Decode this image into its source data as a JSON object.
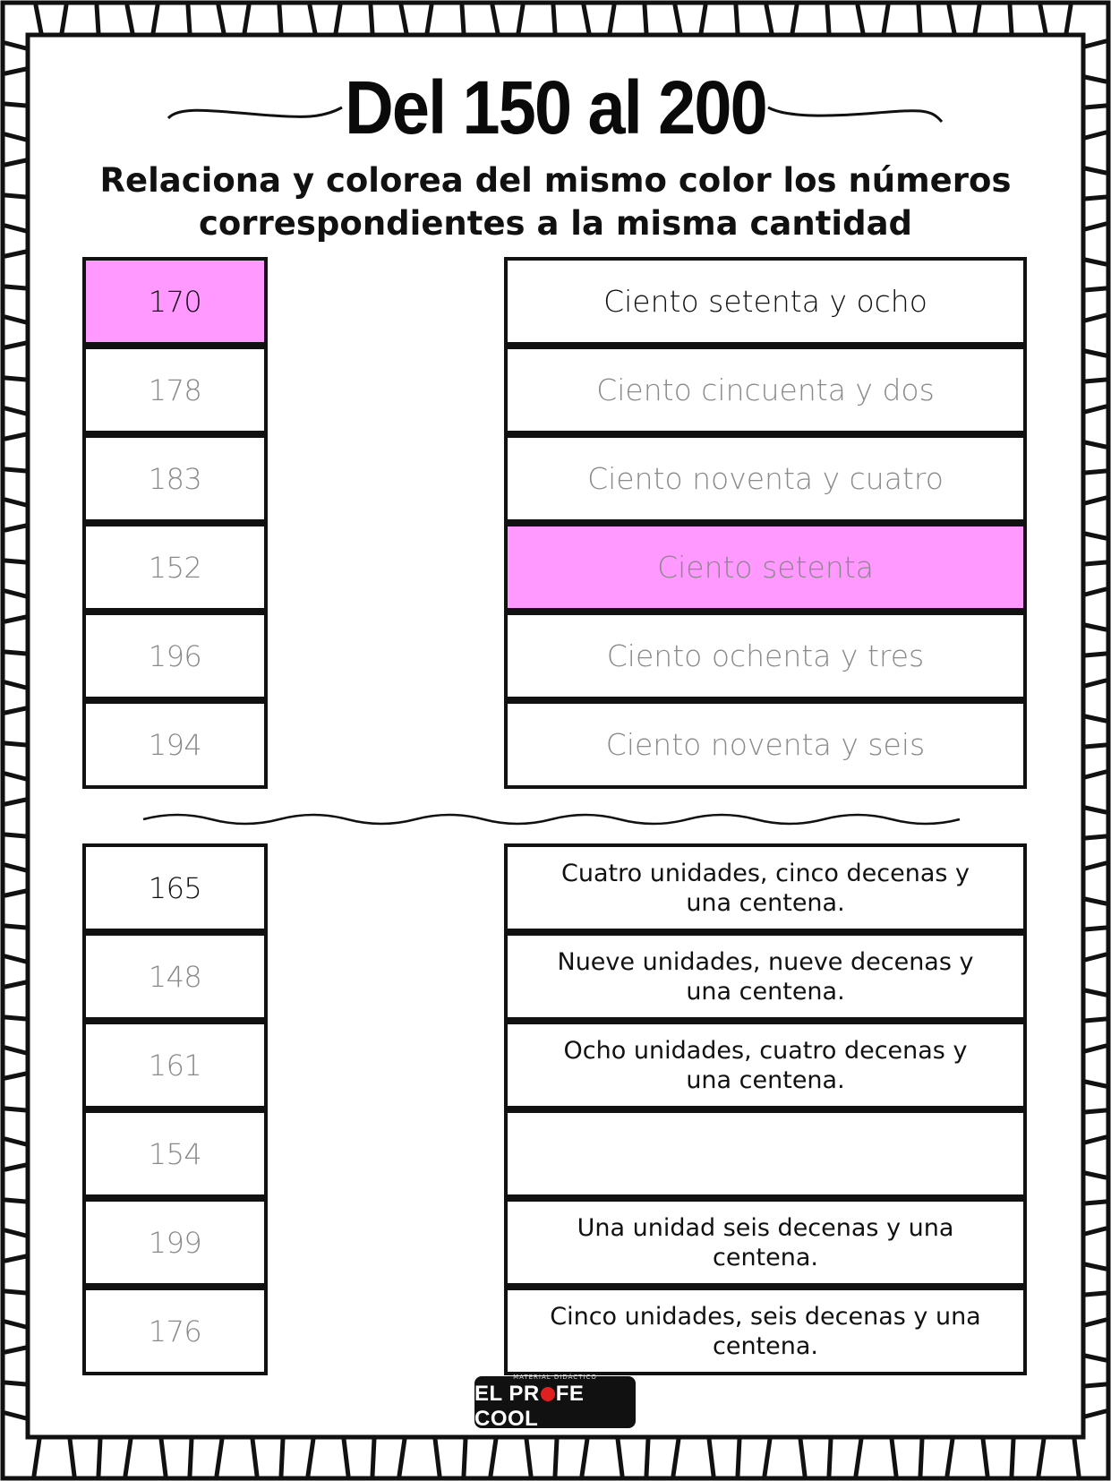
{
  "title": "Del 150 al 200",
  "instruction": {
    "line1": "Relaciona y colorea del mismo color los números",
    "line2": "correspondientes a la misma cantidad"
  },
  "colors": {
    "highlight": "#ff99ff",
    "border": "#111111",
    "muted_text": "#8a8a8a"
  },
  "section1": {
    "numbers": [
      {
        "text": "170",
        "highlight": true,
        "dark": true
      },
      {
        "text": "178",
        "highlight": false,
        "dark": false
      },
      {
        "text": "183",
        "highlight": false,
        "dark": false
      },
      {
        "text": "152",
        "highlight": false,
        "dark": false
      },
      {
        "text": "196",
        "highlight": false,
        "dark": false
      },
      {
        "text": "194",
        "highlight": false,
        "dark": false
      }
    ],
    "words": [
      {
        "text": "Ciento setenta y ocho",
        "highlight": false,
        "dark": true
      },
      {
        "text": "Ciento cincuenta y dos",
        "highlight": false,
        "dark": false
      },
      {
        "text": "Ciento noventa y cuatro",
        "highlight": false,
        "dark": false
      },
      {
        "text": "Ciento setenta",
        "highlight": true,
        "dark": false
      },
      {
        "text": "Ciento ochenta y tres",
        "highlight": false,
        "dark": false
      },
      {
        "text": "Ciento noventa y seis",
        "highlight": false,
        "dark": false
      }
    ]
  },
  "section2": {
    "numbers": [
      {
        "text": "165",
        "dark": true
      },
      {
        "text": "148",
        "dark": false
      },
      {
        "text": "161",
        "dark": false
      },
      {
        "text": "154",
        "dark": false
      },
      {
        "text": "199",
        "dark": false
      },
      {
        "text": "176",
        "dark": false
      }
    ],
    "descriptions": [
      {
        "line1": "Cuatro unidades, cinco decenas y",
        "line2": "una centena."
      },
      {
        "line1": "Nueve unidades, nueve decenas y",
        "line2": "una centena."
      },
      {
        "line1": "Ocho unidades, cuatro decenas y",
        "line2": "una centena."
      },
      {
        "line1": "",
        "line2": ""
      },
      {
        "line1": "Una unidad seis decenas y una",
        "line2": "centena."
      },
      {
        "line1": "Cinco unidades, seis decenas y una",
        "line2": "centena."
      }
    ]
  },
  "logo": {
    "small_text": "MATERIAL DIDÁCTICO",
    "main_before": "EL PR",
    "main_after": "FE COOL"
  }
}
